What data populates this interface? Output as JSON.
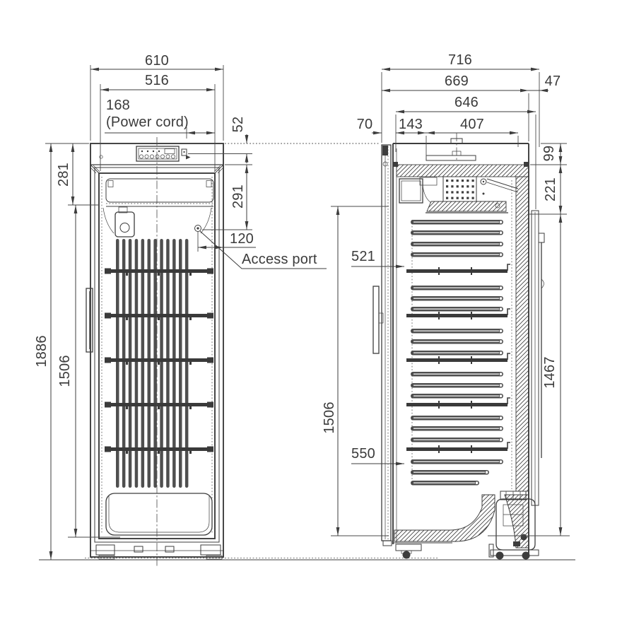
{
  "front": {
    "dims": {
      "width_overall": "610",
      "width_interior": "516",
      "power_cord": "168",
      "power_cord_note": "(Power cord)",
      "panel_offset": "52",
      "top_section_height": "281",
      "interior_top_height": "291",
      "access_port_offset": "120",
      "height_overall": "1886",
      "interior_height": "1506"
    },
    "labels": {
      "access_port": "Access port"
    }
  },
  "side": {
    "dims": {
      "depth_overall": "716",
      "depth_body": "669",
      "rear_clearance": "47",
      "depth_interior": "646",
      "door_depth": "70",
      "top_front_inset": "143",
      "top_plate_width": "407",
      "top_band_height": "99",
      "evaporator_zone_height": "221",
      "upper_mark": "521",
      "interior_height": "1506",
      "lower_mark": "550",
      "rear_height": "1467"
    }
  },
  "style": {
    "line_color": "#3d3d3d",
    "background": "#ffffff"
  }
}
